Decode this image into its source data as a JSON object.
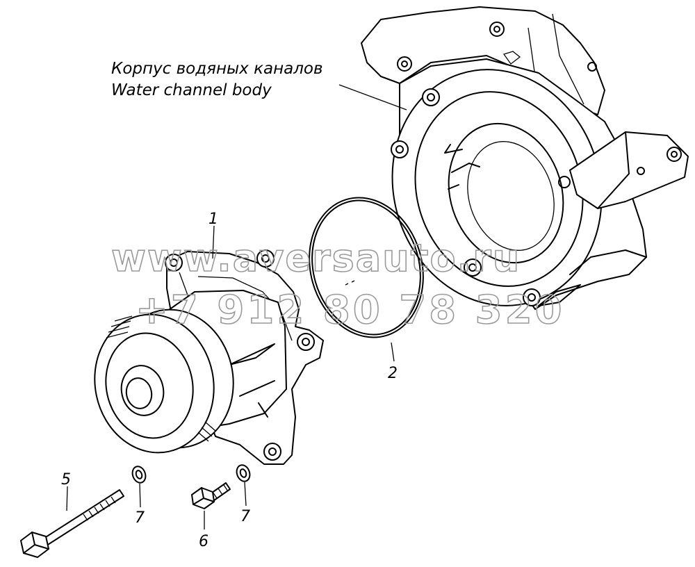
{
  "caption": {
    "line_ru": "Корпус водяных каналов",
    "line_en": "Water channel body"
  },
  "callouts": {
    "p1": "1",
    "p2": "2",
    "p5": "5",
    "p6": "6",
    "p7a": "7",
    "p7b": "7"
  },
  "watermark": {
    "site": "www.aversauto.ru",
    "phone": "+7 912 80 78 320"
  }
}
